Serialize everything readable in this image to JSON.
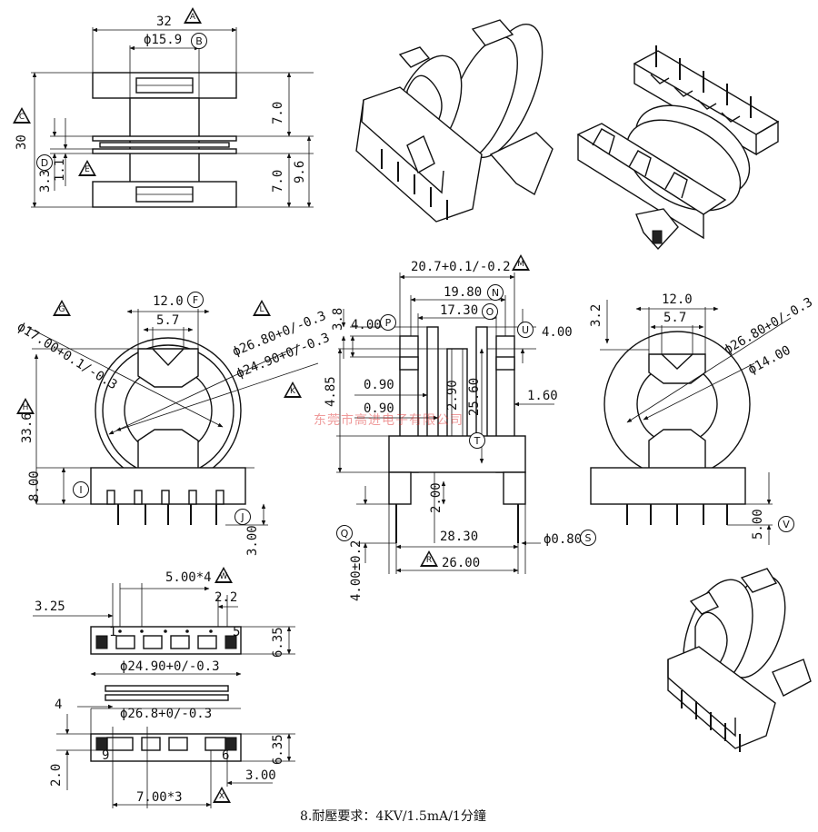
{
  "markers": {
    "A": "A",
    "B": "B",
    "C": "C",
    "D": "D",
    "E": "E",
    "F": "F",
    "G": "G",
    "H": "H",
    "I": "I",
    "J": "J",
    "K": "K",
    "L": "L",
    "M": "M",
    "N": "N",
    "O": "O",
    "P": "P",
    "Q": "Q",
    "R": "R",
    "S": "S",
    "T": "T",
    "U": "U",
    "V": "V",
    "W": "W",
    "X": "X"
  },
  "dims": {
    "top_width": "32",
    "top_dia": "ϕ15.9",
    "top_h30": "30",
    "top_h7a": "7.0",
    "top_h7b": "7.0",
    "top_h96": "9.6",
    "top_33": "3.3",
    "top_11": "1.1",
    "left_dia17": "ϕ17.00+0.1/-0.3",
    "left_w12": "12.0",
    "left_w57": "5.7",
    "left_dia268": "ϕ26.80+0/-0.3",
    "left_dia249": "ϕ24.90+0/-0.3",
    "left_h336": "33.6",
    "left_h8": "8.00",
    "left_h3": "3.00",
    "mid_207": "20.7+0.1/-0.2",
    "mid_198": "19.80",
    "mid_173": "17.30",
    "mid_38": "3.8",
    "mid_4p": "4.00",
    "mid_09a": "0.90",
    "mid_09b": "0.90",
    "mid_485": "4.85",
    "mid_29": "2.90",
    "mid_256": "25.60",
    "mid_16": "1.60",
    "mid_4u": "4.00",
    "mid_2": "2.00",
    "mid_283": "28.30",
    "mid_26": "26.00",
    "mid_08": "ϕ0.80",
    "mid_4q": "4.00±0.2",
    "right_32": "3.2",
    "right_12": "12.0",
    "right_57": "5.7",
    "right_dia268": "ϕ26.80+0/-0.3",
    "right_dia14": "ϕ14.00",
    "right_5": "5.00",
    "bot_500x4": "5.00*4",
    "bot_325": "3.25",
    "bot_22": "2.2",
    "bot_635a": "6.35",
    "bot_dia249": "ϕ24.90+0/-0.3",
    "bot_4": "4",
    "bot_dia268": "ϕ26.8+0/-0.3",
    "bot_635b": "6.35",
    "bot_2": "2.0",
    "bot_3": "3.00",
    "bot_700x3": "7.00*3",
    "pin_1": "1",
    "pin_5": "5",
    "pin_9": "9",
    "pin_6": "6"
  },
  "note": "8.耐壓要求：4KV/1.5mA/1分鐘",
  "watermark": "东莞市高进电子有限公司"
}
